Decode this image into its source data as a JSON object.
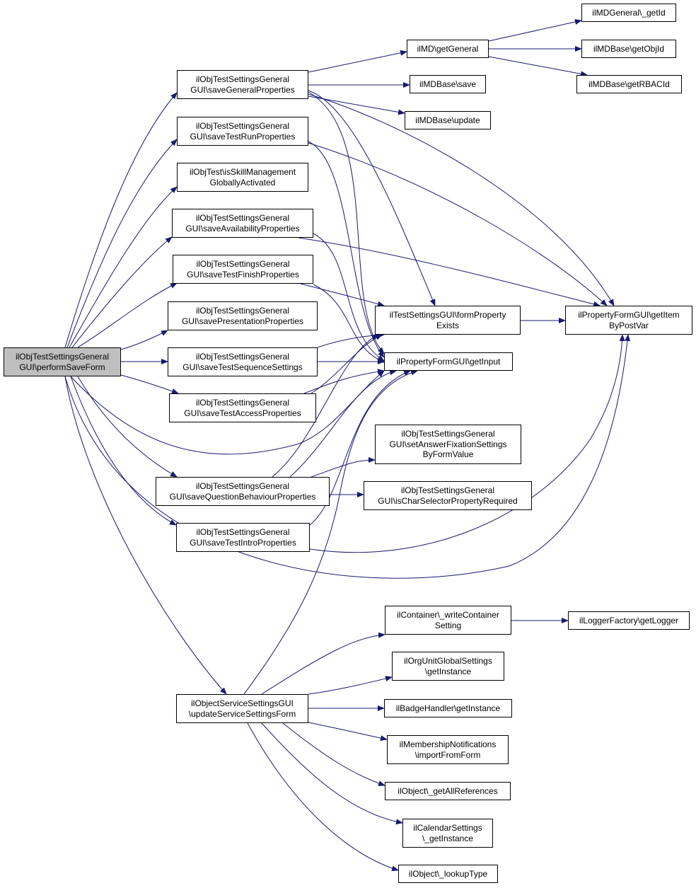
{
  "colors": {
    "edge": "#191970",
    "root_fill": "#bfbfbf",
    "node_fill": "#ffffff",
    "node_border": "#000000"
  },
  "nodes": {
    "root": [
      "ilObjTestSettingsGeneral",
      "GUI\\performSaveForm"
    ],
    "saveGeneral": [
      "ilObjTestSettingsGeneral",
      "GUI\\saveGeneralProperties"
    ],
    "saveTestRun": [
      "ilObjTestSettingsGeneral",
      "GUI\\saveTestRunProperties"
    ],
    "isSkill": [
      "ilObjTest\\isSkillManagement",
      "GloballyActivated"
    ],
    "saveAvail": [
      "ilObjTestSettingsGeneral",
      "GUI\\saveAvailabilityProperties"
    ],
    "saveFinish": [
      "ilObjTestSettingsGeneral",
      "GUI\\saveTestFinishProperties"
    ],
    "savePres": [
      "ilObjTestSettingsGeneral",
      "GUI\\savePresentationProperties"
    ],
    "saveSeq": [
      "ilObjTestSettingsGeneral",
      "GUI\\saveTestSequenceSettings"
    ],
    "saveAccess": [
      "ilObjTestSettingsGeneral",
      "GUI\\saveTestAccessProperties"
    ],
    "saveQB": [
      "ilObjTestSettingsGeneral",
      "GUI\\saveQuestionBehaviourProperties"
    ],
    "saveIntro": [
      "ilObjTestSettingsGeneral",
      "GUI\\saveTestIntroProperties"
    ],
    "updService": [
      "ilObjectServiceSettingsGUI",
      "\\updateServiceSettingsForm"
    ],
    "mdGetGeneral": [
      "ilMD\\getGeneral"
    ],
    "mdSave": [
      "ilMDBase\\save"
    ],
    "mdUpdate": [
      "ilMDBase\\update"
    ],
    "mdGenGetId": [
      "ilMDGeneral\\_getId"
    ],
    "mdGetObjId": [
      "ilMDBase\\getObjId"
    ],
    "mdGetRBAC": [
      "ilMDBase\\getRBACId"
    ],
    "formPropExists": [
      "ilTestSettingsGUI\\formProperty",
      "Exists"
    ],
    "getItemByPost": [
      "ilPropertyFormGUI\\getItem",
      "ByPostVar"
    ],
    "getInput": [
      "ilPropertyFormGUI\\getInput"
    ],
    "setAnswerFix": [
      "ilObjTestSettingsGeneral",
      "GUI\\setAnswerFixationSettings",
      "ByFormValue"
    ],
    "isCharSel": [
      "ilObjTestSettingsGeneral",
      "GUI\\isCharSelectorPropertyRequired"
    ],
    "writeContainer": [
      "ilContainer\\_writeContainer",
      "Setting"
    ],
    "getLogger": [
      "ilLoggerFactory\\getLogger"
    ],
    "orgUnit": [
      "ilOrgUnitGlobalSettings",
      "\\getInstance"
    ],
    "badge": [
      "ilBadgeHandler\\getInstance"
    ],
    "membership": [
      "ilMembershipNotifications",
      "\\importFromForm"
    ],
    "getAllRefs": [
      "ilObject\\_getAllReferences"
    ],
    "calendar": [
      "ilCalendarSettings",
      "\\_getInstance"
    ],
    "lookupType": [
      "ilObject\\_lookupType"
    ]
  }
}
